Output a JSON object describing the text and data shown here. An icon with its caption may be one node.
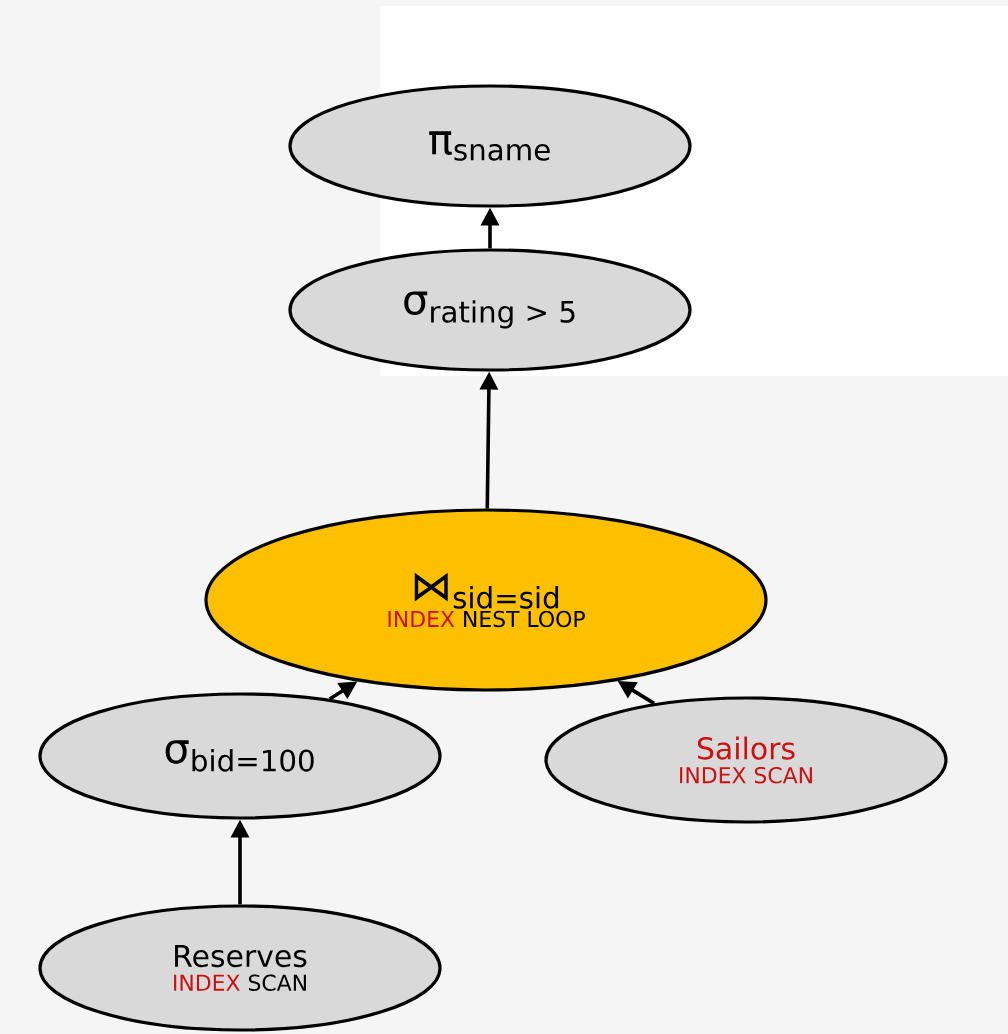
{
  "diagram": {
    "nodes": [
      {
        "text": [
          "π$_{sname}$"
        ]
      },
      {
        "text": [
          "σ$_{rating > 5}$"
        ]
      },
      {
        "text": [
          "⋈$_{sid=sid}$",
          "INDEX",
          "NEST LOOP"
        ]
      },
      {
        "text": [
          "σ$_{bid=100}$"
        ]
      },
      {
        "text": [
          "Sailors",
          "INDEX SCAN"
        ]
      },
      {
        "text": [
          "Reserves",
          "INDEX",
          "SCAN"
        ]
      }
    ],
    "edges": [
      {
        "from": 1,
        "to": 0,
        "arrow": "to"
      },
      {
        "from": 2,
        "to": 1,
        "arrow": "to"
      },
      {
        "from": 3,
        "to": 2,
        "arrow": "to"
      },
      {
        "from": 4,
        "to": 2,
        "arrow": "to"
      },
      {
        "from": 5,
        "to": 3,
        "arrow": "to"
      }
    ]
  }
}
